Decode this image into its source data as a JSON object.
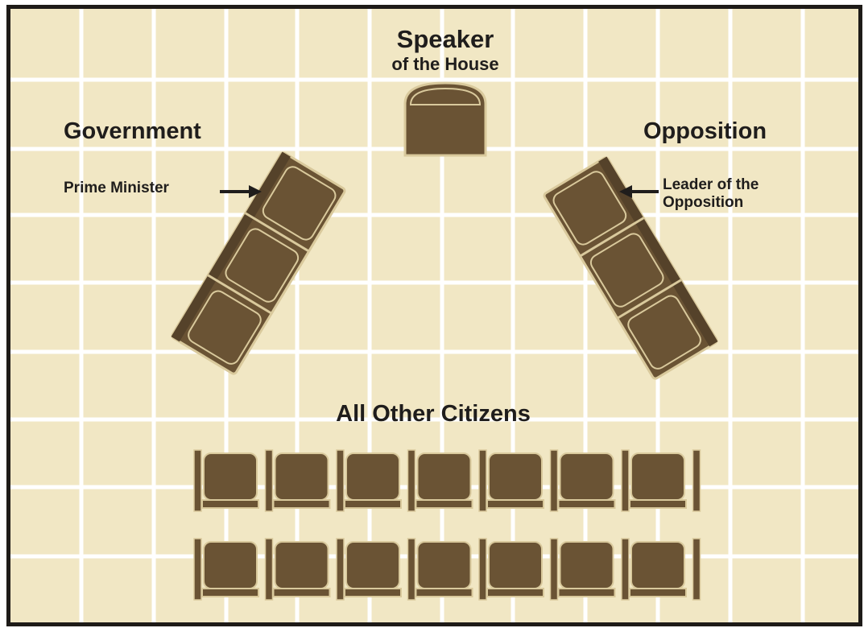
{
  "labels": {
    "speaker_title": "Speaker",
    "speaker_subtitle": "of the House",
    "government": "Government",
    "opposition": "Opposition",
    "prime_minister": "Prime Minister",
    "leader_line1": "Leader of the",
    "leader_line2": "Opposition",
    "citizens": "All Other Citizens"
  },
  "colors": {
    "background": "#f1e7c4",
    "grid": "#ffffff",
    "seat": "#6a5334",
    "seat_edge": "#d9c99c",
    "border": "#1e1b18",
    "text": "#1f1d1c"
  }
}
